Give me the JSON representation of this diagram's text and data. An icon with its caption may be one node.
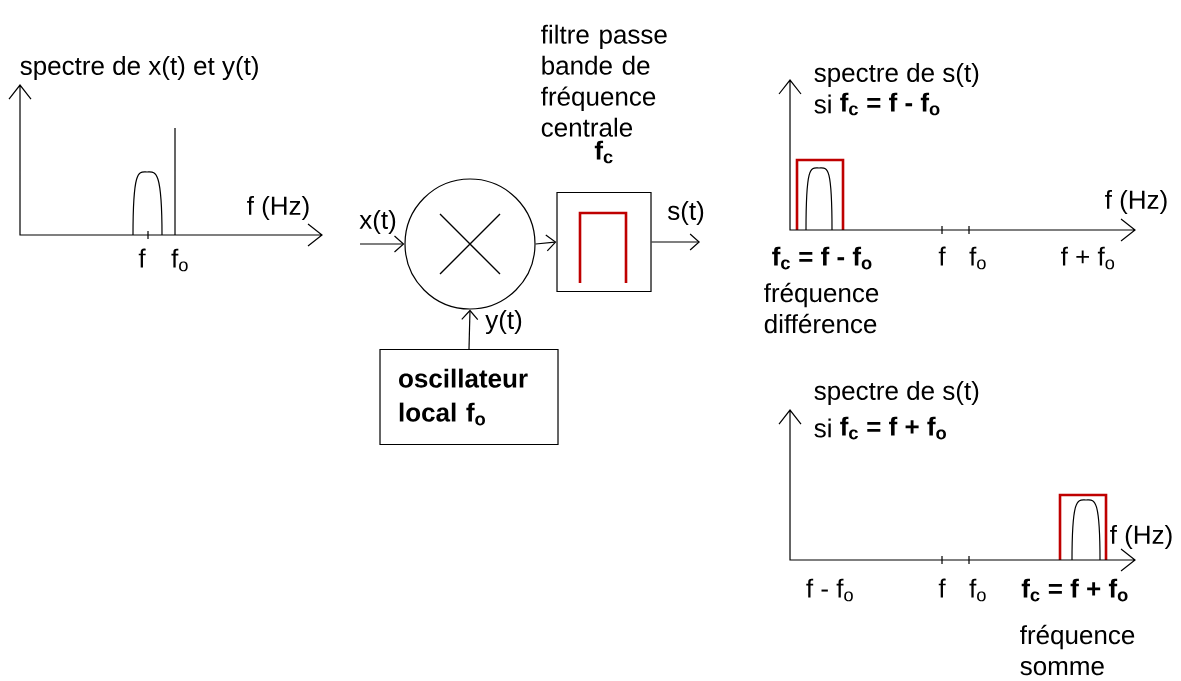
{
  "diagram": {
    "nodes": [
      {
        "text": [],
        "shape": "circle"
      },
      {
        "text": [
          "filtre passe bande de fréquence centrale",
          "f$_{c}$"
        ]
      },
      {
        "text": [
          "oscillateur local  f$_{o}$"
        ]
      }
    ],
    "edges": [
      {
        "from": null,
        "to": 0,
        "arrow": "to",
        "label": "x(t)"
      },
      {
        "from": 0,
        "to": 1,
        "arrow": "to"
      },
      {
        "from": 1,
        "to": null,
        "arrow": "to",
        "label": "s(t)"
      },
      {
        "from": 2,
        "to": 0,
        "arrow": "to",
        "label": "y(t)"
      }
    ],
    "labels": [
      "spectre de x(t) et y(t)",
      "f (Hz)",
      "f",
      "f$_{o}$",
      "spectre de s(t)",
      "si",
      "f$_{c}$ =  f - f$_{o}$",
      "f (Hz)",
      "f$_{c}$ =  f - f$_{o}$",
      "f",
      "f$_{o}$",
      "f + f$_{o}$",
      "fréquence différence",
      "spectre de s(t)",
      "si",
      "f$_{c}$ =  f + f$_{o}$",
      "f (Hz)",
      "f - f$_{o}$",
      "f",
      "f$_{o}$",
      "f$_{c}$ = f + f$_{o}$",
      "fréquence somme"
    ]
  }
}
